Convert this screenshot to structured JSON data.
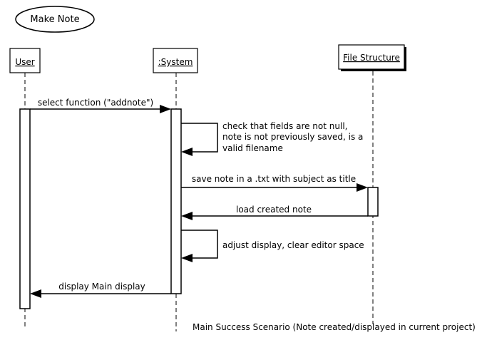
{
  "diagram": {
    "use_case": "Make Note",
    "participants": {
      "user": "User",
      "system": ":System",
      "file_structure": "File Structure"
    },
    "messages": {
      "m1": "select function (\"addnote\")",
      "m2_line1": "check that fields are not null,",
      "m2_line2": "note is not previously saved, is a",
      "m2_line3": "valid filename",
      "m3": "save note in a .txt with subject as title",
      "m4": "load created note",
      "m5": "adjust display, clear editor space",
      "m6": "display Main display"
    },
    "caption": "Main Success Scenario (Note created/displayed in current project)"
  }
}
